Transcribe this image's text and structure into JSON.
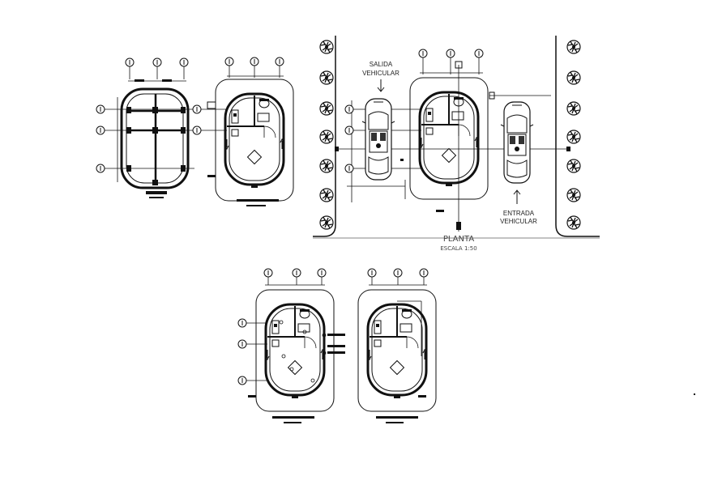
{
  "site_plan": {
    "salida_label_line1": "SALIDA",
    "salida_label_line2": "VEHICULAR",
    "entrada_label_line1": "ENTRADA",
    "entrada_label_line2": "VEHICULAR",
    "plan_title": "PLANTA",
    "plan_scale": "ESCALA 1:50"
  },
  "colors": {
    "ink": "#111111",
    "paper": "#ffffff",
    "hand_text": "#444444"
  }
}
